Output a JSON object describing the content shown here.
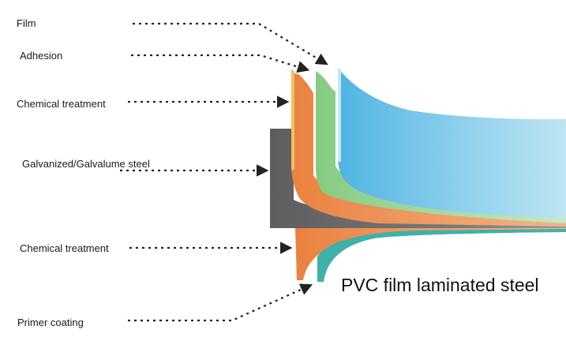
{
  "labels": {
    "film": "Film",
    "adhesion": "Adhesion",
    "chemical_treatment_top": "Chemical treatment",
    "steel": "Galvanized/Galvalume steel",
    "chemical_treatment_bottom": "Chemical treatment",
    "primer": "Primer coating"
  },
  "title": "PVC film laminated steel",
  "colors": {
    "film": "#57b9e4",
    "adhesion": "#8fcf8a",
    "chemical_treatment": "#ec8646",
    "steel": "#666666",
    "primer": "#3eb1a8",
    "arrow": "#222222"
  }
}
